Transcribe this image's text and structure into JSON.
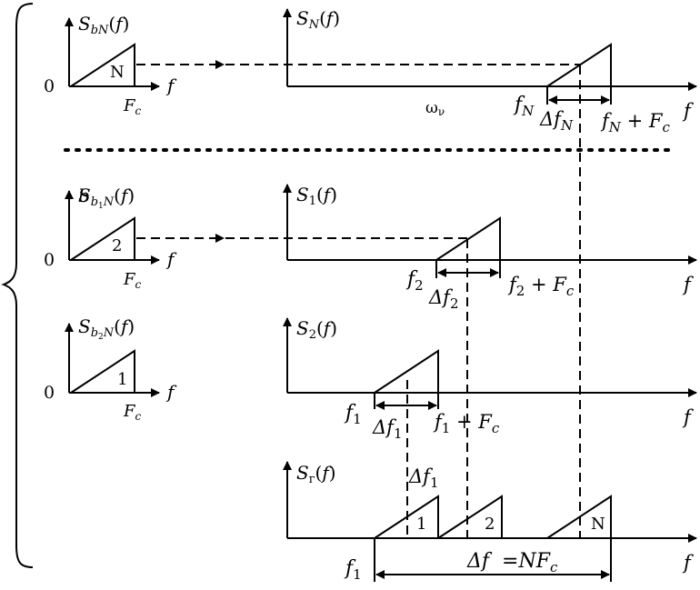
{
  "labels": {
    "zero": "0",
    "f": "f",
    "fc": "F",
    "fc_sub": "c",
    "s_letter": "S",
    "open_f": "(",
    "close_f": ")",
    "spec_bN_sub": "bN",
    "spec_N_sub": "N",
    "spec_b1N_sub_b": "b",
    "spec_b1N_sub_1": "1",
    "spec_b1N_sub_N": "N",
    "spec_b2N_sub_b": "b",
    "spec_b2N_sub_2": "2",
    "spec_b2N_sub_N": "N",
    "spec_1_sub": "1",
    "spec_2_sub": "2",
    "spec_sum_sub": "г",
    "tri_N": "N",
    "tri_2": "2",
    "tri_1": "1",
    "omega_nu": "ω",
    "omega_nu_sub": "ν",
    "fN": "f",
    "fN_sub": "N",
    "dfN": "Δf",
    "dfN_sub": "N",
    "fN_plus": "f",
    "fN_plus_sub": "N",
    "fN_plus_rest": " + F",
    "fN_plus_rest_sub": "c",
    "f2": "f",
    "f2_sub": "2",
    "df2": "Δf",
    "df2_sub": "2",
    "f2_plus": "f",
    "f2_plus_sub": "2",
    "f2_plus_rest": " + F",
    "f2_plus_rest_sub": "c",
    "f1": "f",
    "f1_sub": "1",
    "df1": "Δf",
    "df1_sub": "1",
    "f1_plus": "f",
    "f1_plus_sub": "1",
    "f1_plus_rest": " + F",
    "f1_plus_rest_sub": "c",
    "df1_top": "Δf",
    "df1_top_sub": "1",
    "f1_bottom": "f",
    "f1_bottom_sub": "1",
    "df_total": "Δf  =NF",
    "df_total_sub": "c"
  }
}
